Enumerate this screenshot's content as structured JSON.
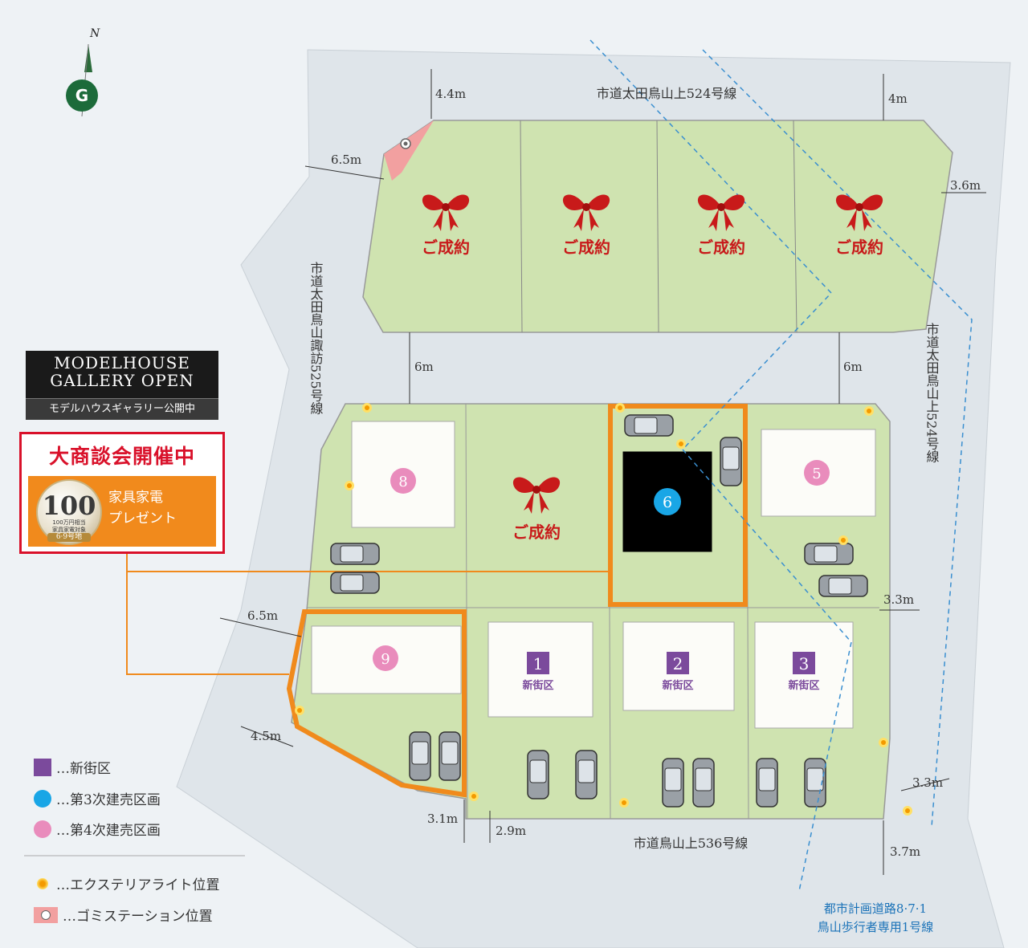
{
  "compass": {
    "north_label": "N"
  },
  "roads": {
    "north": "市道太田鳥山上524号線",
    "west": "市道太田鳥山諏訪525号線",
    "east": "市道太田鳥山上524号線",
    "south": "市道鳥山上536号線",
    "planned_1": "都市計画道路8·7·1",
    "planned_2": "鳥山歩行者専用1号線"
  },
  "dimensions": {
    "north_left": "4.4m",
    "north_right": "4m",
    "west_top": "6.5m",
    "east_top": "3.6m",
    "mid_left": "6m",
    "mid_right": "6m",
    "west_bottom": "6.5m",
    "west_low": "4.5m",
    "south_left": "3.1m",
    "south_mid": "2.9m",
    "east_mid": "3.3m",
    "east_low": "3.3m",
    "east_bottom": "3.7m"
  },
  "sold_label": "ご成約",
  "lots": [
    {
      "num": "8",
      "kind": "4th"
    },
    {
      "num": "5",
      "kind": "4th"
    },
    {
      "num": "6",
      "kind": "3rd"
    },
    {
      "num": "9",
      "kind": "4th"
    },
    {
      "num": "1",
      "kind": "new",
      "tag": "新街区"
    },
    {
      "num": "2",
      "kind": "new",
      "tag": "新街区"
    },
    {
      "num": "3",
      "kind": "new",
      "tag": "新街区"
    }
  ],
  "gallery": {
    "line1": "MODELHOUSE",
    "line2": "GALLERY OPEN",
    "line3": "モデルハウスギャラリー公開中"
  },
  "campaign": {
    "title": "大商談会開催中",
    "medal_number": "100",
    "medal_sub1": "100万円相当",
    "medal_sub2": "家具家電対象",
    "medal_lots": "6·9号地",
    "gift_line1": "家具家電",
    "gift_line2": "プレゼント"
  },
  "legend": {
    "new_block": "…新街区",
    "third_sale": "…第3次建売区画",
    "fourth_sale": "…第4次建売区画",
    "exterior_light": "…エクステリアライト位置",
    "garbage_station": "…ゴミステーション位置"
  },
  "colors": {
    "lot_green": "#cfe3b0",
    "road": "#dfe5ea",
    "orange": "#f08a1c",
    "purple": "#7b4a9c",
    "cyan": "#19a6e6",
    "pink": "#e98cbc",
    "red": "#d9112a"
  }
}
